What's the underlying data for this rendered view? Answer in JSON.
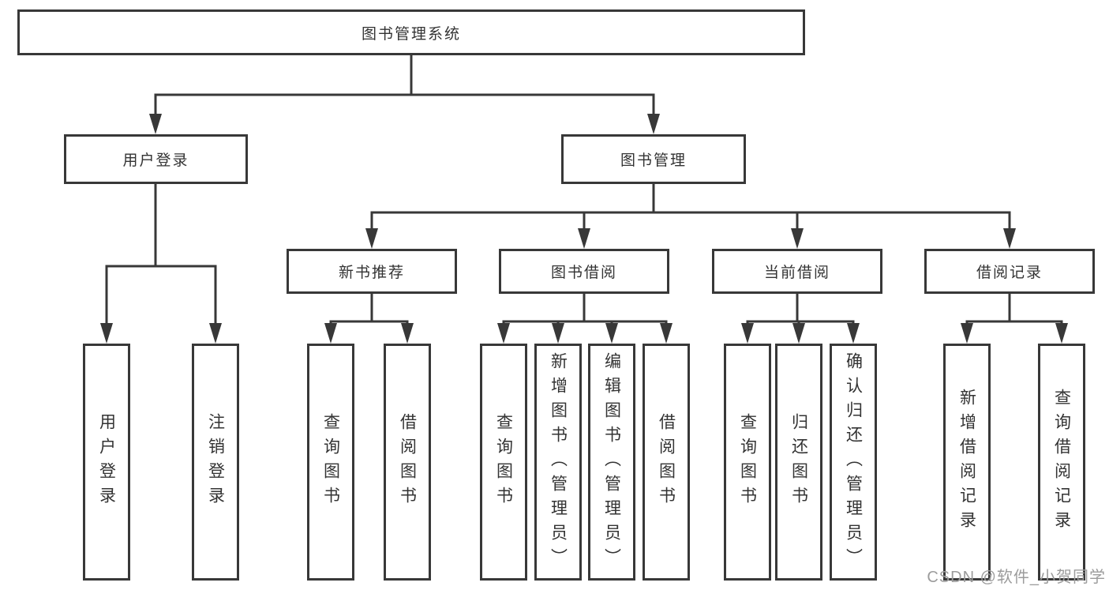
{
  "tree": {
    "label": "图书管理系统",
    "children": [
      {
        "label": "用户登录",
        "children": [
          {
            "label": "用户登录"
          },
          {
            "label": "注销登录"
          }
        ]
      },
      {
        "label": "图书管理",
        "children": [
          {
            "label": "新书推荐",
            "children": [
              {
                "label": "查询图书"
              },
              {
                "label": "借阅图书"
              }
            ]
          },
          {
            "label": "图书借阅",
            "children": [
              {
                "label": "查询图书"
              },
              {
                "label": "新增图书（管理员）"
              },
              {
                "label": "编辑图书（管理员）"
              },
              {
                "label": "借阅图书"
              }
            ]
          },
          {
            "label": "当前借阅",
            "children": [
              {
                "label": "查询图书"
              },
              {
                "label": "归还图书"
              },
              {
                "label": "确认归还（管理员）"
              }
            ]
          },
          {
            "label": "借阅记录",
            "children": [
              {
                "label": "新增借阅记录"
              },
              {
                "label": "查询借阅记录"
              }
            ]
          }
        ]
      }
    ]
  },
  "watermark": "CSDN @软件_小贺同学",
  "colors": {
    "line": "#383838",
    "box_border": "#383838",
    "text": "#333333",
    "watermark": "#9c9c9c",
    "background": "#ffffff"
  }
}
